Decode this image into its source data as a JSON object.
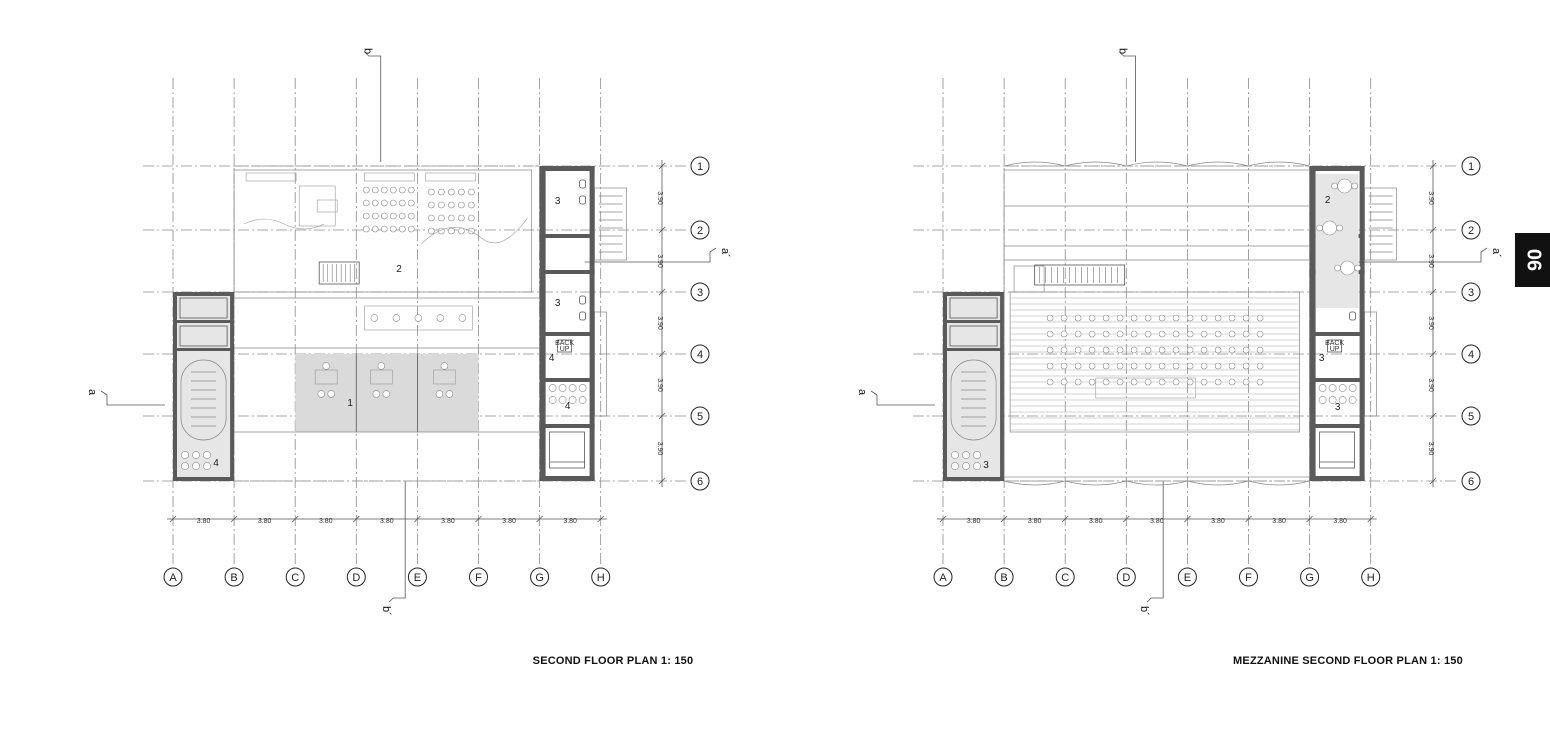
{
  "page": {
    "tab_number": "06"
  },
  "plans": [
    {
      "title": "SECOND FLOOR PLAN 1: 150",
      "column_labels": [
        "A",
        "B",
        "C",
        "D",
        "E",
        "F",
        "G",
        "H"
      ],
      "row_labels": [
        "1",
        "2",
        "3",
        "4",
        "5",
        "6"
      ],
      "column_spacings": [
        "3.80",
        "3.80",
        "3.80",
        "3.80",
        "3.80",
        "3.80",
        "3.80"
      ],
      "row_spacings": [
        "3.90",
        "3.90",
        "3.90",
        "3.90",
        "3.90"
      ],
      "section_marks": {
        "b_top": "b",
        "b_bottom": "b´",
        "a_left": "a",
        "a_right": "a´"
      },
      "room_numbers": {
        "r1": "1",
        "r2": "2",
        "r3a": "3",
        "r3b": "3",
        "r4a": "4",
        "r4b": "4",
        "r4c": "4"
      },
      "elevator_label": "BACK\nUP"
    },
    {
      "title": "MEZZANINE SECOND FLOOR PLAN 1: 150",
      "column_labels": [
        "A",
        "B",
        "C",
        "D",
        "E",
        "F",
        "G",
        "H"
      ],
      "row_labels": [
        "1",
        "2",
        "3",
        "4",
        "5",
        "6"
      ],
      "column_spacings": [
        "3.80",
        "3.80",
        "3.80",
        "3.80",
        "3.80",
        "3.80",
        "3.80"
      ],
      "row_spacings": [
        "3.90",
        "3.90",
        "3.90",
        "3.90",
        "3.90"
      ],
      "section_marks": {
        "b_top": "b",
        "b_bottom": "b´",
        "a_left": "a",
        "a_right": "a´"
      },
      "room_numbers": {
        "r2": "2",
        "r3a": "3",
        "r3b": "3",
        "r3c": "3"
      },
      "elevator_label": "BACK\nUP"
    }
  ]
}
